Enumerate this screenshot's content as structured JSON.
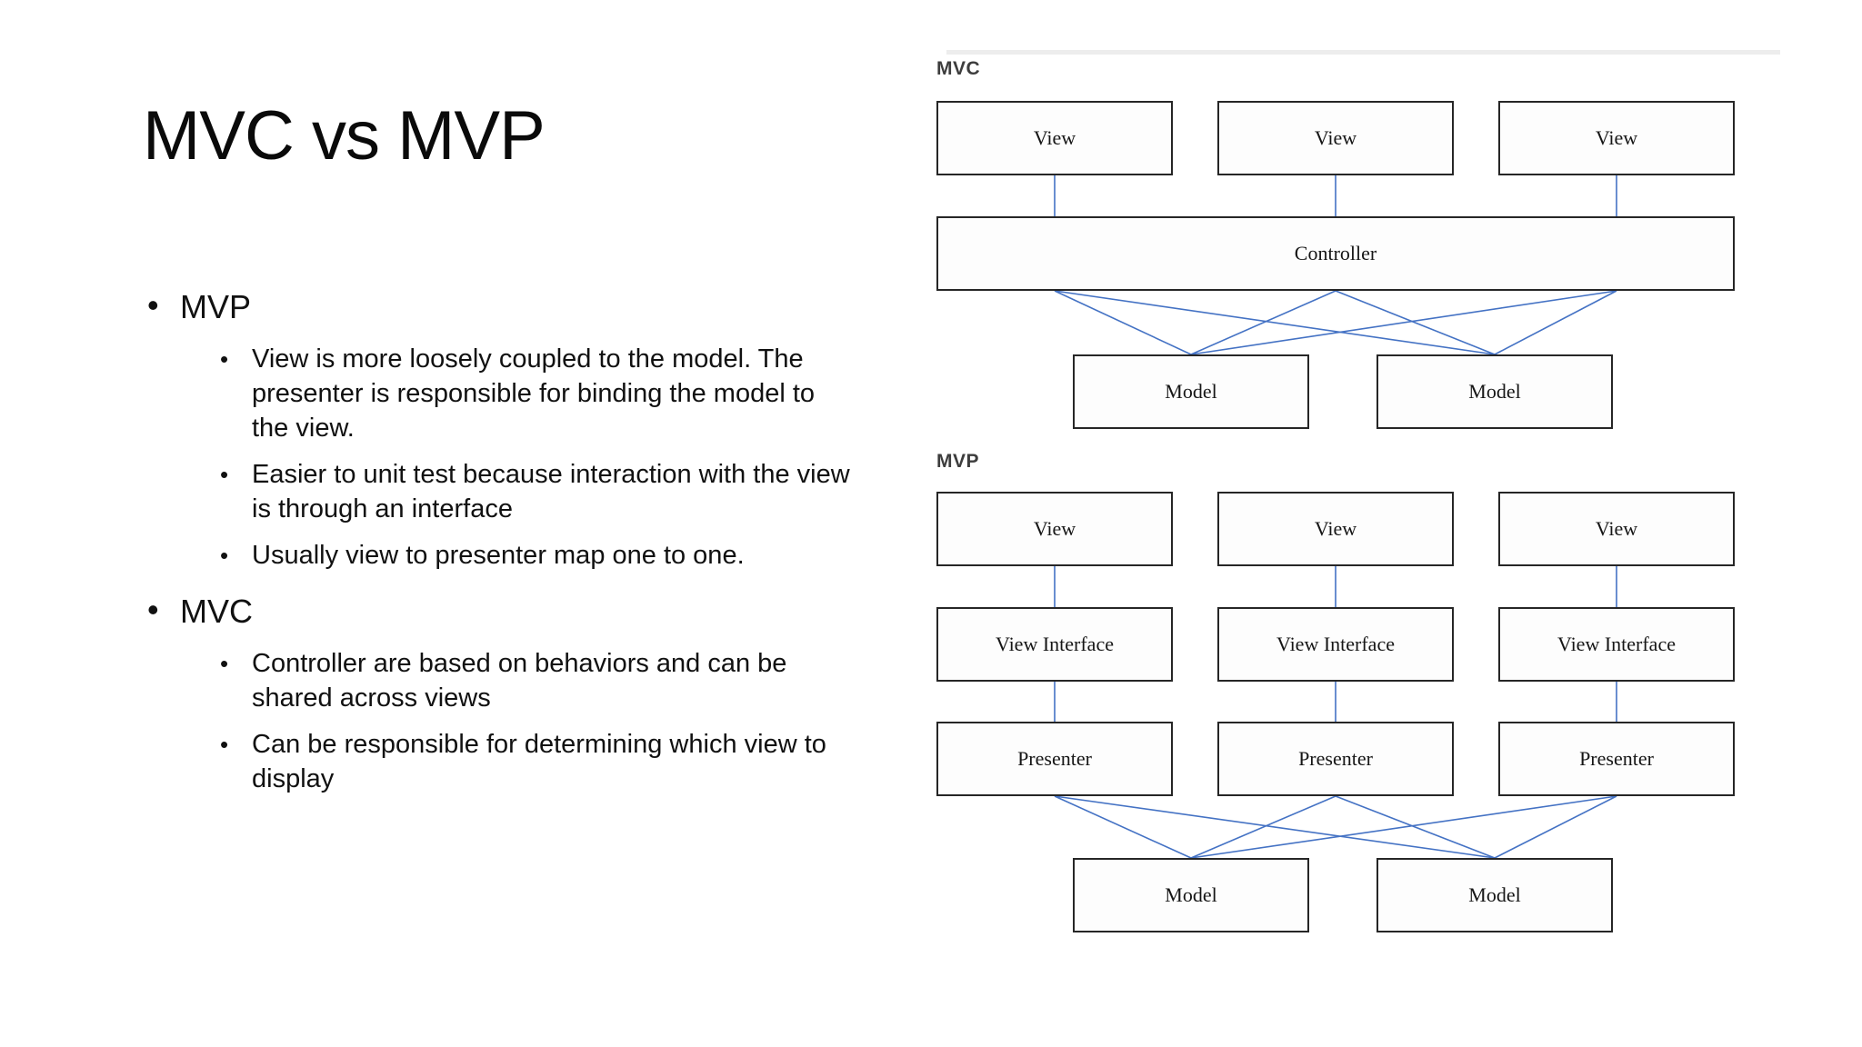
{
  "slide": {
    "title": "MVC vs MVP",
    "bullets": [
      {
        "label": "MVP",
        "items": [
          [
            "View is more loosely coupled to the model. The",
            "presenter is responsible for binding the model to",
            "the view."
          ],
          [
            "Easier to unit test because interaction with the view",
            "is through an interface"
          ],
          [
            "Usually view to presenter map one to one."
          ]
        ]
      },
      {
        "label": "MVC",
        "items": [
          [
            "Controller are based on behaviors and can be",
            "shared across views"
          ],
          [
            "Can be responsible for determining which view to",
            "display"
          ]
        ]
      }
    ]
  },
  "diagrams": {
    "mvc": {
      "label": "MVC",
      "views": [
        "View",
        "View",
        "View"
      ],
      "controller": "Controller",
      "models": [
        "Model",
        "Model"
      ]
    },
    "mvp": {
      "label": "MVP",
      "views": [
        "View",
        "View",
        "View"
      ],
      "view_interfaces": [
        "View Interface",
        "View Interface",
        "View Interface"
      ],
      "presenters": [
        "Presenter",
        "Presenter",
        "Presenter"
      ],
      "models": [
        "Model",
        "Model"
      ]
    }
  },
  "colors": {
    "connector": "#4472c4",
    "box_border": "#262626",
    "diagram_label": "#3d3d3d",
    "separator": "#ededed",
    "text": "#000000"
  }
}
